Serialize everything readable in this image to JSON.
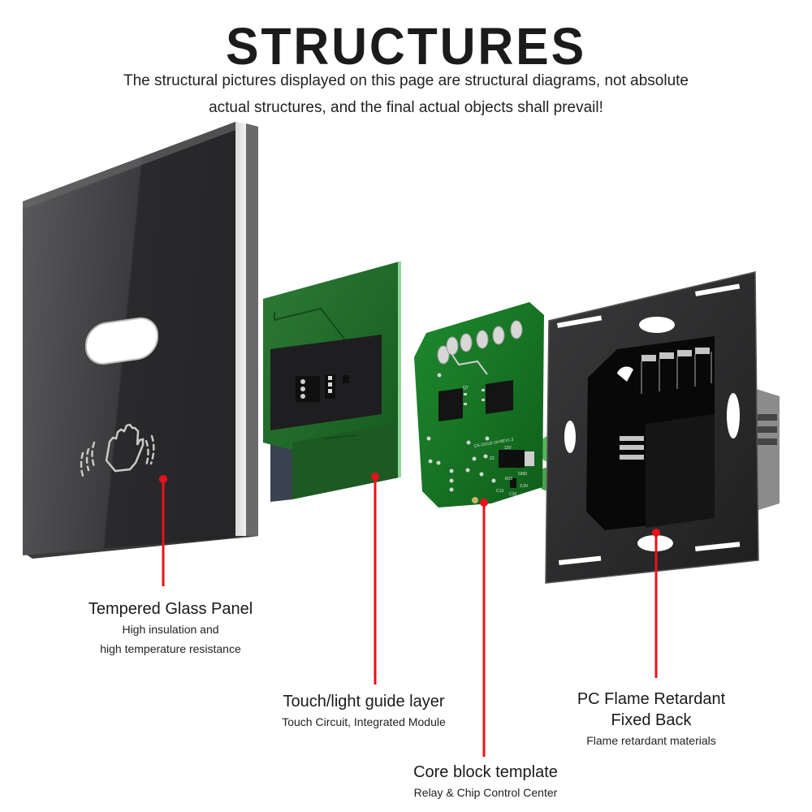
{
  "header": {
    "title": "STRUCTURES",
    "subtitle_line1": "The structural pictures displayed on this page are structural diagrams, not absolute",
    "subtitle_line2": "actual structures, and the final actual objects shall prevail!"
  },
  "components": [
    {
      "id": "glass-panel",
      "title": "Tempered Glass Panel",
      "desc_line1": "High insulation and",
      "desc_line2": "high temperature resistance",
      "icon": "hand-wave-icon"
    },
    {
      "id": "touch-layer",
      "title": "Touch/light guide layer",
      "desc_line1": "Touch Circuit, Integrated Module"
    },
    {
      "id": "core-block",
      "title": "Core block template",
      "desc_line1": "Relay & Chip Control Center",
      "pcb_markings": [
        "CS-101LE-2A REV1.3",
        "12V",
        "Z2",
        "GND",
        "3.3V",
        "C13",
        "C10",
        "R15",
        "Q7"
      ]
    },
    {
      "id": "fixed-back",
      "title_line1": "PC Flame Retardant",
      "title_line2": "Fixed Back",
      "desc_line1": "Flame retardant materials"
    }
  ],
  "colors": {
    "pointer": "#e8121a",
    "glass": "#2b2b2d",
    "pcb": "#1f6b2a",
    "back": "#2a2a2a"
  }
}
